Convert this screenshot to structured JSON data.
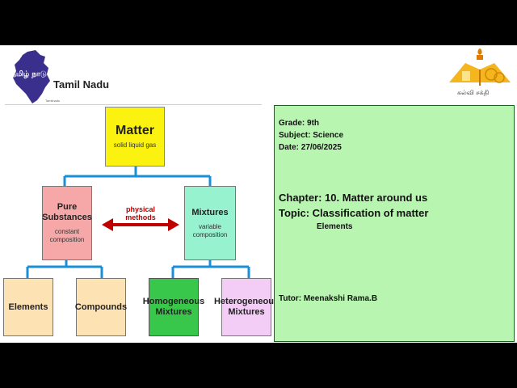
{
  "header": {
    "state_name": "Tamil Nadu",
    "map_text": "தமிழ் நாடு",
    "small_label": "Tamilnadu",
    "logo_caption": "கல்வி சக்தி"
  },
  "diagram": {
    "matter": {
      "title": "Matter",
      "subtitle": "solid  liquid  gas"
    },
    "pure": {
      "title": "Pure Substances",
      "subtitle": "constant composition"
    },
    "mixtures": {
      "title": "Mixtures",
      "subtitle": "variable composition"
    },
    "arrow_label": "physical methods",
    "elements": "Elements",
    "compounds": "Compounds",
    "homogeneous": "Homogeneous Mixtures",
    "heterogeneous": "Heterogeneous Mixtures",
    "colors": {
      "matter": "#fbf30f",
      "pure": "#f6a8a8",
      "mixtures": "#96f2cf",
      "leaf": "#fde2b3",
      "homogeneous": "#38c74a",
      "heterogeneous": "#f3cdf6",
      "connector": "#1a8fd8",
      "arrow": "#c00000"
    }
  },
  "info": {
    "grade": "Grade:  9th",
    "subject": "Subject: Science",
    "date": "Date:  27/06/2025",
    "chapter": "Chapter: 10. Matter around us",
    "topic": "Topic: Classification of matter",
    "subtopic": "Elements",
    "tutor": "Tutor:  Meenakshi Rama.B"
  }
}
